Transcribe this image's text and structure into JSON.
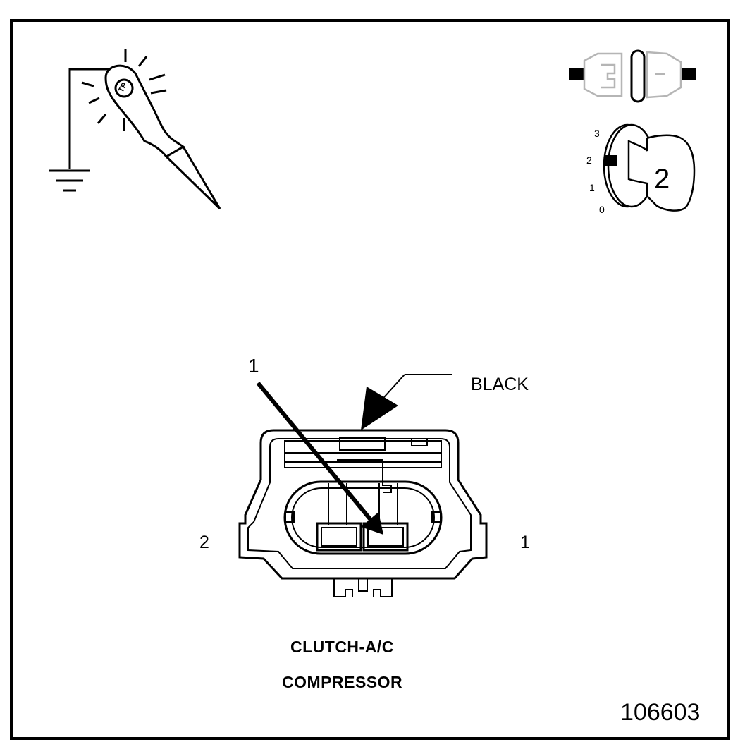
{
  "diagram": {
    "callout_reference": "1",
    "color_label": "BLACK",
    "pin_left": "2",
    "pin_right": "1",
    "component_line1": "CLUTCH-A/C",
    "component_line2": "COMPRESSOR",
    "figure_number": "106603",
    "test_light_marking": "TP"
  },
  "ignition_key": {
    "positions": [
      "3",
      "2",
      "1",
      "0"
    ],
    "selected_position": "2",
    "key_number": "2"
  }
}
